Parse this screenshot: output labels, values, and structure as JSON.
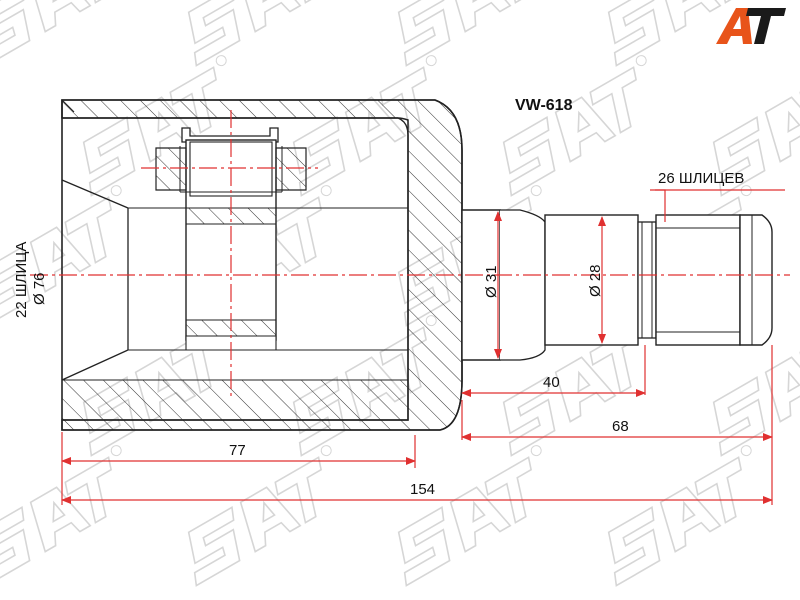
{
  "part_number": "VW-618",
  "brand_logo": {
    "text": "AT",
    "color_a": "#e8541a",
    "color_t": "#1a1a1a"
  },
  "watermark": {
    "text": "SAT",
    "color": "#d6d6d6"
  },
  "colors": {
    "outline": "#222222",
    "centerline": "#e03030",
    "dimension": "#e03030",
    "text": "#111111"
  },
  "annotations": {
    "outer_splines": "22 ШЛИЦА",
    "outer_diameter": "Ø 76",
    "shaft_diameter_1": "Ø 31",
    "shaft_diameter_2": "Ø 28",
    "inner_splines": "26 ШЛИЦЕВ"
  },
  "dimensions": {
    "shaft_step": "40",
    "shaft_length": "68",
    "housing_length": "77",
    "overall_length": "154"
  }
}
